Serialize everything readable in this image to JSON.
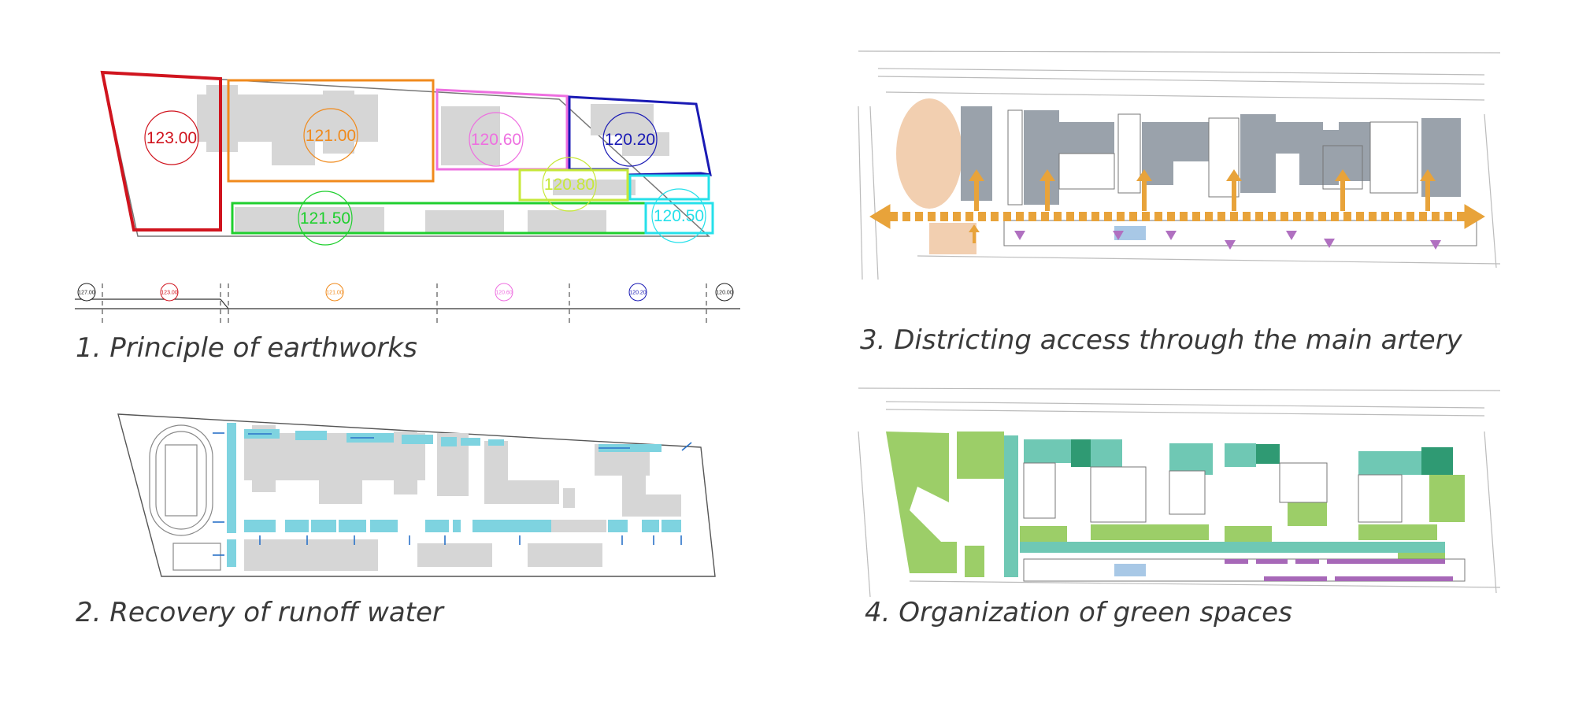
{
  "panels": [
    {
      "caption": "1. Principle of earthworks",
      "platforms": [
        {
          "level": "123.00",
          "color": "#d0141e"
        },
        {
          "level": "121.00",
          "color": "#f08a1c"
        },
        {
          "level": "120.60",
          "color": "#ee6fe0"
        },
        {
          "level": "120.20",
          "color": "#1a1ab4"
        },
        {
          "level": "120.80",
          "color": "#c7e83a"
        },
        {
          "level": "121.50",
          "color": "#1fcf2e"
        },
        {
          "level": "120.50",
          "color": "#26e0ea"
        }
      ],
      "section_marks": [
        {
          "level": "127.00",
          "color": "#222222"
        },
        {
          "level": "123.00",
          "color": "#d0141e"
        },
        {
          "level": "121.00",
          "color": "#f08a1c"
        },
        {
          "level": "120.60",
          "color": "#ee6fe0"
        },
        {
          "level": "120.20",
          "color": "#1a1ab4"
        },
        {
          "level": "120.00",
          "color": "#222222"
        }
      ]
    },
    {
      "caption": "2. Recovery of runoff water",
      "water_color": "#7ed3e0"
    },
    {
      "caption": "3. Districting access through the main artery",
      "artery_color": "#e8a33a",
      "access_color": "#b070c0"
    },
    {
      "caption": "4. Organization of green spaces",
      "green_colors": [
        "#9cce68",
        "#6fc8b4",
        "#2f9a73",
        "#a768b8"
      ]
    }
  ]
}
